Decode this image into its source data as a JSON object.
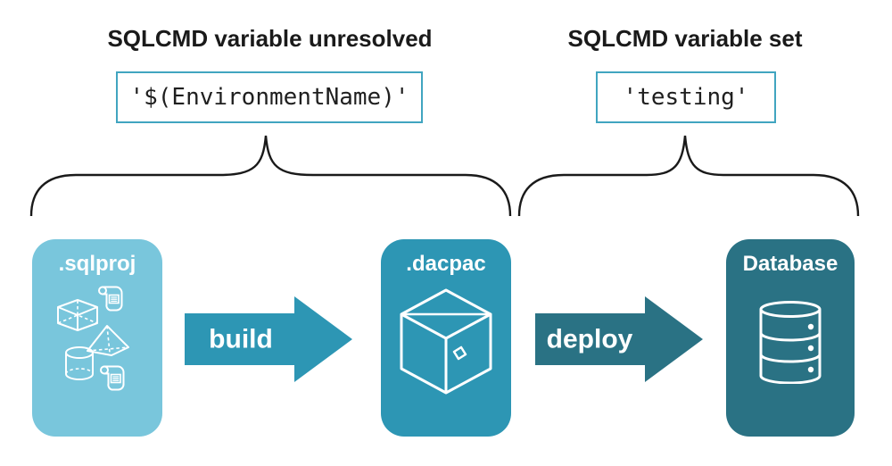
{
  "annotations": {
    "unresolved": {
      "title": "SQLCMD variable unresolved",
      "value": "'$(EnvironmentName)'"
    },
    "set": {
      "title": "SQLCMD variable set",
      "value": "'testing'"
    }
  },
  "pipeline": {
    "nodes": [
      {
        "label": ".sqlproj",
        "color": "#79c6dc",
        "icon": "sql-objects-icon"
      },
      {
        "label": ".dacpac",
        "color": "#2d96b4",
        "icon": "package-icon"
      },
      {
        "label": "Database",
        "color": "#2a7284",
        "icon": "database-icon"
      }
    ],
    "arrows": [
      {
        "label": "build",
        "color": "#2d96b4"
      },
      {
        "label": "deploy",
        "color": "#2a7284"
      }
    ]
  },
  "colors": {
    "background": "#ffffff",
    "heading_text": "#1a1a1a",
    "code_text": "#1f1f1f",
    "code_box_border": "#41a5c0",
    "brace_stroke": "#1a1a1a",
    "icon_stroke": "#ffffff"
  }
}
